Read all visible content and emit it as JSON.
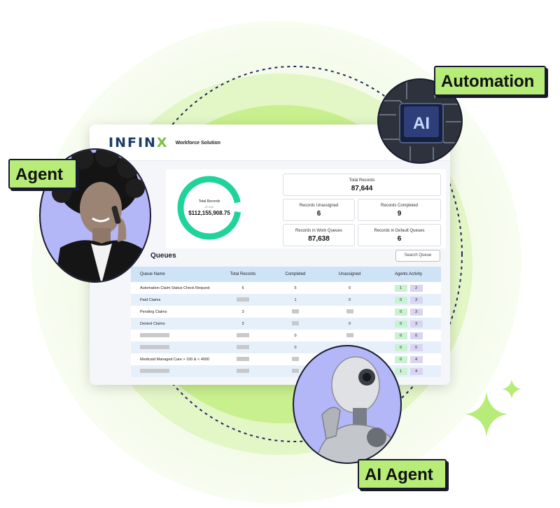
{
  "header": {
    "logo_text": "INFIN",
    "logo_x": "X",
    "subtitle": "Workforce Solution"
  },
  "summary": {
    "donut_label": "Total Records",
    "donut_sub": "87,644",
    "donut_value": "$112,155,908.75",
    "total_records_label": "Total Records",
    "total_records_value": "87,644",
    "unassigned_label": "Records Unassigned",
    "unassigned_value": "6",
    "completed_label": "Records Completed",
    "completed_value": "9",
    "work_queues_label": "Records in Work Queues",
    "work_queues_value": "87,638",
    "default_queues_label": "Records in Default Queues",
    "default_queues_value": "6"
  },
  "queues": {
    "title": "Queues",
    "search_label": "Search Queue",
    "columns": [
      "Queue Name",
      "Total Records",
      "Completed",
      "Unassigned",
      "Agents Activity"
    ],
    "rows": [
      {
        "name": "Automation Claim Status Check Request",
        "total": "6",
        "completed": "5",
        "unassigned": "0",
        "a1": "1",
        "a2": "2"
      },
      {
        "name": "Paid Claims",
        "total": "",
        "completed": "1",
        "unassigned": "0",
        "a1": "0",
        "a2": "3"
      },
      {
        "name": "Pending Claims",
        "total": "3",
        "completed": "",
        "unassigned": "",
        "a1": "0",
        "a2": "3"
      },
      {
        "name": "Denied Claims",
        "total": "3",
        "completed": "",
        "unassigned": "0",
        "a1": "0",
        "a2": "3"
      },
      {
        "name": "",
        "total": "",
        "completed": "0",
        "unassigned": "",
        "a1": "0",
        "a2": "0"
      },
      {
        "name": "",
        "total": "",
        "completed": "0",
        "unassigned": "",
        "a1": "0",
        "a2": "0"
      },
      {
        "name": "Medicaid Managed Care > 100 & < 4000",
        "total": "",
        "completed": "",
        "unassigned": "",
        "a1": "0",
        "a2": "4"
      },
      {
        "name": "",
        "total": "",
        "completed": "",
        "unassigned": "",
        "a1": "1",
        "a2": "4"
      }
    ]
  },
  "labels": {
    "agent": "Agent",
    "automation": "Automation",
    "ai_agent": "AI Agent"
  },
  "chip_text": "AI",
  "colors": {
    "accent_green": "#b7ec79",
    "donut_green": "#1fd39a",
    "brand_navy": "#1a3d68",
    "avatar_bg": "#b3b6f7"
  }
}
